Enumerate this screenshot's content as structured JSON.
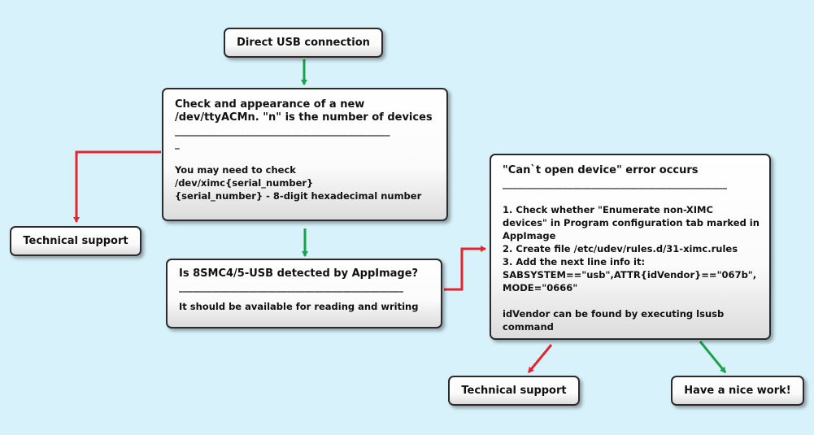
{
  "colors": {
    "background": "#d8f2fb",
    "arrow_green": "#1aa44a",
    "arrow_red": "#e3262e"
  },
  "nodes": {
    "usb": {
      "label": "Direct USB connection"
    },
    "check": {
      "title": "Check and appearance of a new /dev/ttyACMn. \"n\" is the number of devices",
      "separator": "______________________________________________",
      "separator2": "_",
      "lines": [
        "You may need to check",
        "/dev/ximc{serial_number}",
        "{serial_number} - 8-digit hexadecimal number"
      ]
    },
    "tech_left": {
      "label": "Technical support"
    },
    "detected": {
      "title": "Is 8SMC4/5-USB detected by AppImage?",
      "separator": "________________________________________________",
      "line": "It should be available for reading and writing"
    },
    "error": {
      "title": "\"Can`t open device\" error occurs",
      "separator": "________________________________________________",
      "lines": [
        "1. Check whether \"Enumerate non-XIMC",
        "devices\" in Program configuration tab marked in",
        "AppImage",
        "2. Create file /etc/udev/rules.d/31-ximc.rules",
        "3. Add the next line info it:",
        "SABSYSTEM==\"usb\",ATTR{idVendor}==\"067b\",",
        "MODE=\"0666\""
      ],
      "note_lines": [
        "idVendor can be found by executing lsusb",
        "command"
      ]
    },
    "tech_bottom": {
      "label": "Technical support"
    },
    "nice": {
      "label": "Have a nice work!"
    }
  }
}
